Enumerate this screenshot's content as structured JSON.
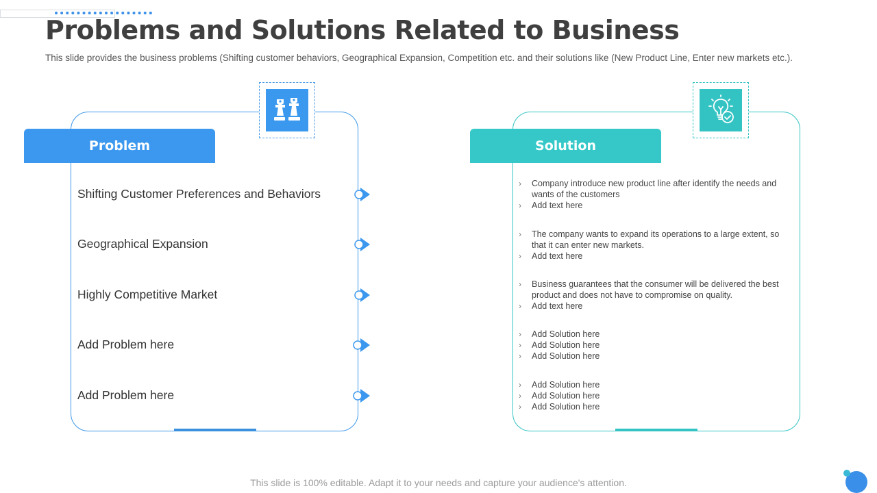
{
  "title": "Problems and Solutions Related to Business",
  "subtitle": "This slide provides the business problems (Shifting customer behaviors, Geographical Expansion, Competition etc. and their solutions like (New Product Line, Enter new markets etc.).",
  "colors": {
    "problem_accent": "#3c98ee",
    "solution_accent": "#36c8c8"
  },
  "problem_panel": {
    "header": "Problem",
    "icon": "chess-pieces-icon",
    "items": [
      "Shifting Customer Preferences and Behaviors",
      "Geographical Expansion",
      "Highly Competitive Market",
      "Add Problem here",
      "Add Problem here"
    ]
  },
  "solution_panel": {
    "header": "Solution",
    "icon": "lightbulb-check-icon",
    "groups": [
      [
        "Company introduce new product line after identify the needs and wants of the customers",
        "Add text here"
      ],
      [
        "The company wants to expand its operations to a large extent, so that it can enter new markets.",
        "Add text here"
      ],
      [
        "Business guarantees that the consumer will be delivered the best product and does not have to compromise on quality.",
        "Add text here"
      ],
      [
        "Add Solution here",
        "Add Solution here",
        "Add Solution here"
      ],
      [
        "Add Solution here",
        "Add Solution here",
        "Add Solution here"
      ]
    ]
  },
  "bullet_glyph": "›",
  "footer": "This slide is 100% editable. Adapt it to your needs and capture your audience's attention."
}
